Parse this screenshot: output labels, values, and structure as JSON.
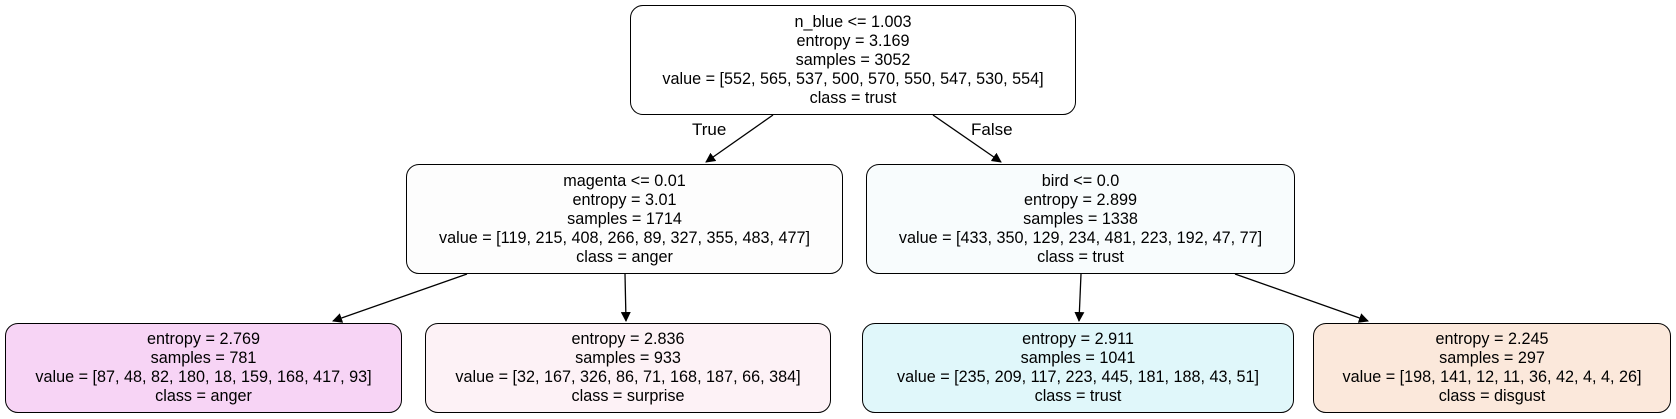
{
  "colors": {
    "n0": "#ffffff",
    "n1": "#fdfdfd",
    "n2": "#f8fcfd",
    "n3": "#f7d4f5",
    "n4": "#fdf2f6",
    "n5": "#e0f7fa",
    "n6": "#fbe8db",
    "edge": "#000000"
  },
  "nodes": {
    "n0": {
      "split": "n_blue <= 1.003",
      "entropy": "entropy = 3.169",
      "samples": "samples = 3052",
      "value": "value = [552, 565, 537, 500, 570, 550, 547, 530, 554]",
      "class": "class = trust"
    },
    "n1": {
      "split": "magenta <= 0.01",
      "entropy": "entropy = 3.01",
      "samples": "samples = 1714",
      "value": "value = [119, 215, 408, 266, 89, 327, 355, 483, 477]",
      "class": "class = anger"
    },
    "n2": {
      "split": "bird <= 0.0",
      "entropy": "entropy = 2.899",
      "samples": "samples = 1338",
      "value": "value = [433, 350, 129, 234, 481, 223, 192, 47, 77]",
      "class": "class = trust"
    },
    "n3": {
      "entropy": "entropy = 2.769",
      "samples": "samples = 781",
      "value": "value = [87, 48, 82, 180, 18, 159, 168, 417, 93]",
      "class": "class = anger"
    },
    "n4": {
      "entropy": "entropy = 2.836",
      "samples": "samples = 933",
      "value": "value = [32, 167, 326, 86, 71, 168, 187, 66, 384]",
      "class": "class = surprise"
    },
    "n5": {
      "entropy": "entropy = 2.911",
      "samples": "samples = 1041",
      "value": "value = [235, 209, 117, 223, 445, 181, 188, 43, 51]",
      "class": "class = trust"
    },
    "n6": {
      "entropy": "entropy = 2.245",
      "samples": "samples = 297",
      "value": "value = [198, 141, 12, 11, 36, 42, 4, 4, 26]",
      "class": "class = disgust"
    }
  },
  "edge_labels": {
    "true": "True",
    "false": "False"
  }
}
